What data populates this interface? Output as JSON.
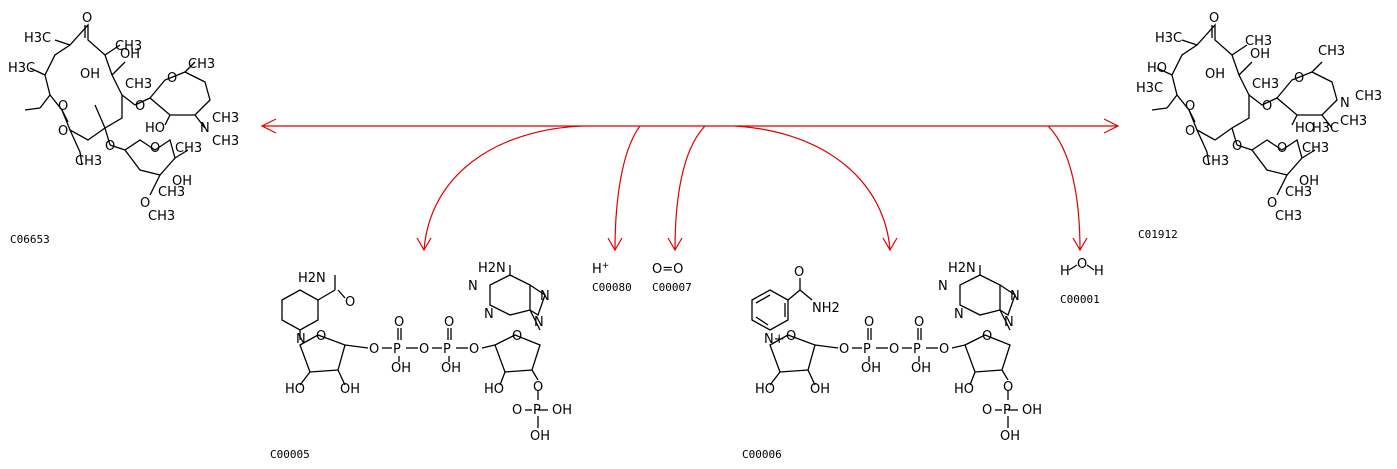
{
  "reaction_colors": {
    "arrow": "#e00000",
    "structure": "#000000"
  },
  "compounds": {
    "substrate": {
      "id": "C06653"
    },
    "product": {
      "id": "C01912"
    },
    "nadph": {
      "id": "C00005"
    },
    "nadp": {
      "id": "C00006"
    },
    "proton": {
      "id": "C00080",
      "formula": "H",
      "charge": "+"
    },
    "oxygen": {
      "id": "C00007",
      "formula": "O=O"
    },
    "water": {
      "id": "C00001"
    }
  },
  "atom_labels": {
    "O": "O",
    "OH": "OH",
    "HO": "HO",
    "H3C": "H3C",
    "CH3": "CH3",
    "N": "N",
    "NH2": "NH2",
    "H2N": "H2N",
    "P": "P",
    "Nplus": "N+",
    "H": "H",
    "Op": "O"
  }
}
